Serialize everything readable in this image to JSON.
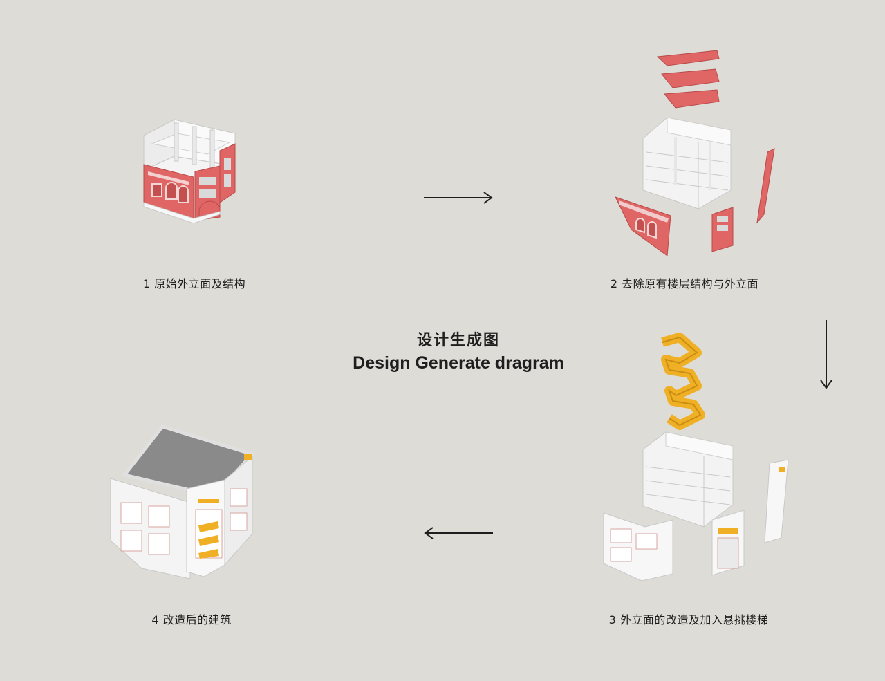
{
  "title": {
    "zh": "设计生成图",
    "en": "Design Generate dragram"
  },
  "steps": [
    {
      "label": "1 原始外立面及结构"
    },
    {
      "label": "2 去除原有楼层结构与外立面"
    },
    {
      "label": "3 外立面的改造及加入悬挑楼梯"
    },
    {
      "label": "4 改造后的建筑"
    }
  ],
  "arrows": [
    "right",
    "down",
    "left"
  ],
  "colors": {
    "background": "#dddcd6",
    "facade_red": "#e06565",
    "stair_yellow": "#efb025",
    "model_white": "#f3f3f3",
    "roof_grey": "#8a8a8a"
  }
}
